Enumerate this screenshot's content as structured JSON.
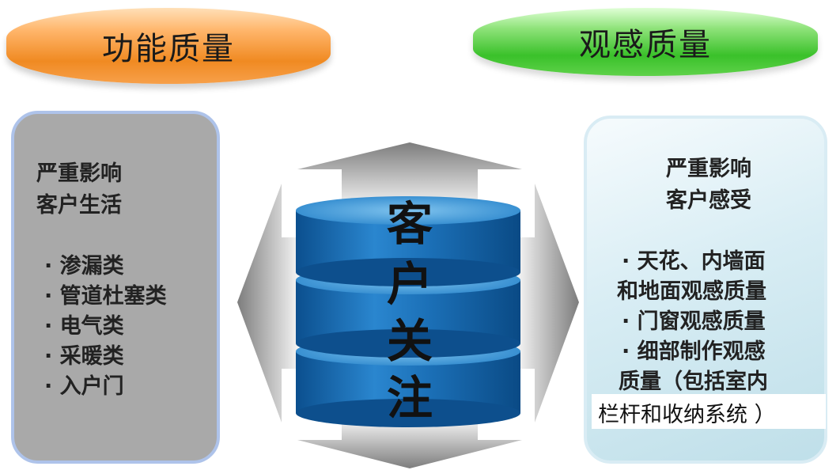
{
  "header_left": {
    "title": "功能质量"
  },
  "header_right": {
    "title": "观感质量"
  },
  "left_box": {
    "heading_line1": "严重影响",
    "heading_line2": "客户生活",
    "items": [
      "· 渗漏类",
      "· 管道杜塞类",
      "· 电气类",
      "· 采暖类",
      "· 入户门"
    ]
  },
  "right_box": {
    "heading_line1": "严重影响",
    "heading_line2": "客户感受",
    "lines": [
      "· 天花、内墙面",
      "和地面观感质量",
      "· 门窗观感质量",
      "· 细部制作观感",
      "质量（包括室内"
    ],
    "overlay_line": "栏杆和收纳系统 ）"
  },
  "center": {
    "chars": [
      "客",
      "户",
      "关",
      "注"
    ]
  },
  "colors": {
    "orange": "#f08a22",
    "green": "#3ac12a",
    "cylinder_blue": "#1565a8",
    "arrow_grey": "#9a9a9a"
  }
}
